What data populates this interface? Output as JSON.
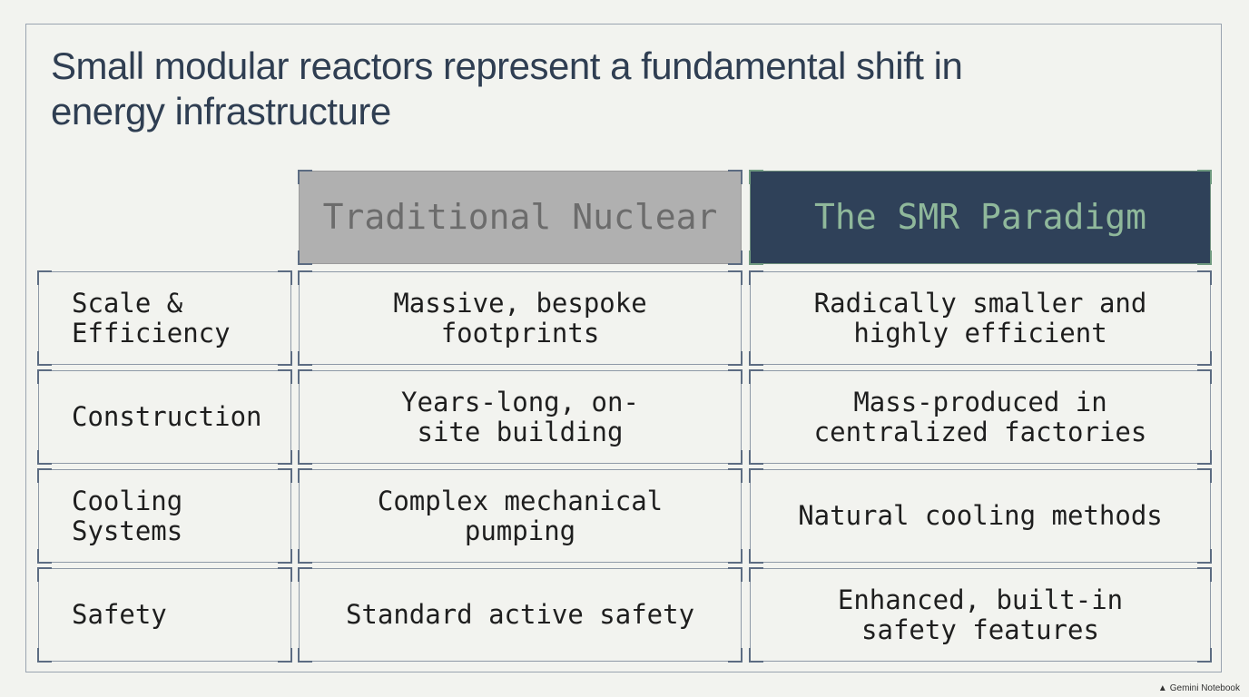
{
  "title": "Small modular reactors represent a fundamental shift in energy infrastructure",
  "columns": {
    "traditional": "Traditional Nuclear",
    "smr": "The SMR Paradigm"
  },
  "rows": [
    {
      "label": "Scale & Efficiency",
      "traditional": "Massive, bespoke footprints",
      "smr": "Radically smaller and highly efficient"
    },
    {
      "label": "Construction",
      "traditional": "Years-long, on-site building",
      "smr": "Mass-produced in centralized factories"
    },
    {
      "label": "Cooling Systems",
      "traditional": "Complex mechanical pumping",
      "smr": "Natural cooling methods"
    },
    {
      "label": "Safety",
      "traditional": "Standard active safety",
      "smr": "Enhanced, built-in safety features"
    }
  ],
  "branding": {
    "text": "Gemini Notebook",
    "icon": "notebook-icon"
  },
  "colors": {
    "smr_header_bg": "#2f4159",
    "smr_header_text": "#8fb89b",
    "traditional_header_bg": "#b0b0b0"
  }
}
